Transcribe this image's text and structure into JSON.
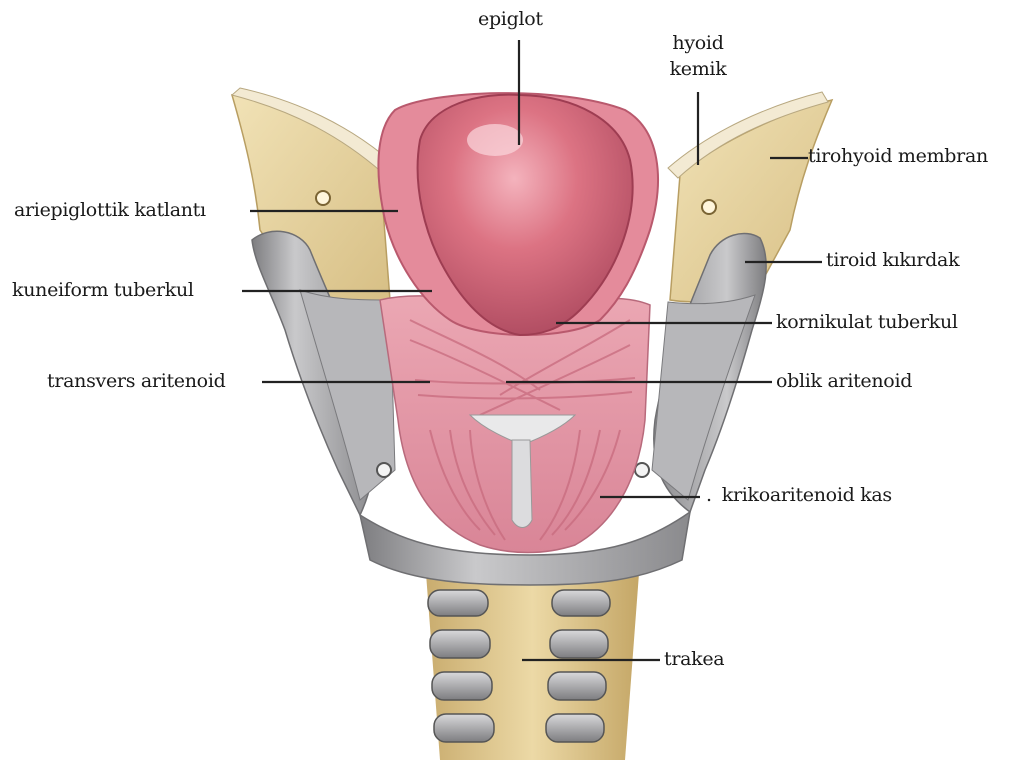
{
  "labels": {
    "epiglot": "epiglot",
    "hyoid_line1": "hyoid",
    "hyoid_line2": "kemik",
    "tirohyoid": "tirohyoid membran",
    "ariepiglottik": "ariepiglottik katlantı",
    "tiroid": "tiroid kıkırdak",
    "kuneiform": "kuneiform tuberkul",
    "kornikulat": "kornikulat tuberkul",
    "transvers": "transvers aritenoid",
    "oblik": "oblik aritenoid",
    "krikoaritenoid": "krikoaritenoid kas",
    "trakea": "trakea"
  },
  "colors": {
    "cartilage_yellow": "#e6d3a0",
    "cartilage_shade": "#c9b27a",
    "gray_cartilage": "#9a9a9c",
    "gray_light": "#c8c8ca",
    "muscle_pink": "#e59aa8",
    "muscle_dark": "#c86b7e",
    "epiglottis": "#d86a7a",
    "leader_line": "#222222"
  }
}
